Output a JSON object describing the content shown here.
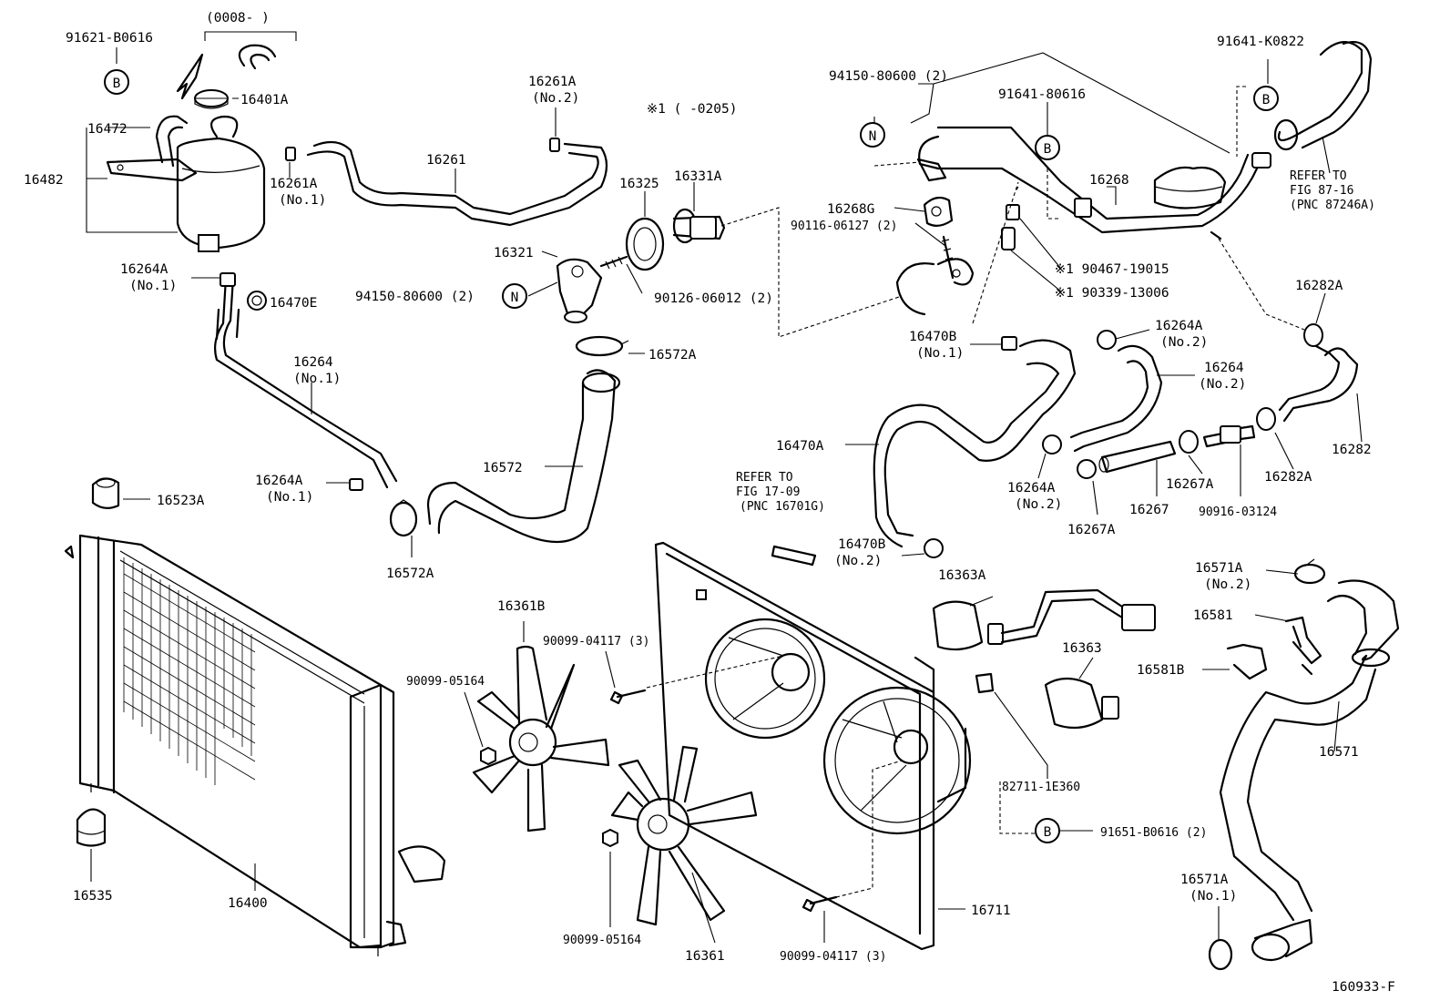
{
  "diagram_id": "160933-F",
  "notes": {
    "year_range": "(0008-        )",
    "footnote": "※1 (      -0205)",
    "refer_fig_87": [
      "REFER TO",
      "FIG 87-16",
      "(PNC 87246A)"
    ],
    "refer_fig_17": [
      "REFER TO",
      "FIG 17-09",
      "(PNC 16701G)"
    ]
  },
  "callout_symbols": {
    "b": "B",
    "n": "N"
  },
  "labels": {
    "p91621_b0616": "91621-B0616",
    "p16401a": "16401A",
    "p16472": "16472",
    "p16482": "16482",
    "p16261a_no2": "16261A",
    "no2_a": "(No.2)",
    "p16261": "16261",
    "p16261a_no1": "16261A",
    "no1_a": "(No.1)",
    "p16325": "16325",
    "p16331a": "16331A",
    "p16321": "16321",
    "p94150_80600_left": "94150-80600 (2)",
    "p90126_06012": "90126-06012 (2)",
    "p16264a_no1_top": "16264A",
    "no1_b": "(No.1)",
    "p16470e": "16470E",
    "p16572a_top": "16572A",
    "p16264_no1": "16264",
    "no1_c": "(No.1)",
    "p16572": "16572",
    "p16264a_no1_bot": "16264A",
    "no1_d": "(No.1)",
    "p16572a_bot": "16572A",
    "p16523a": "16523A",
    "p94150_80600_right": "94150-80600 (2)",
    "p91641_80616": "91641-80616",
    "p91641_k0822": "91641-K0822",
    "p16268": "16268",
    "p16268g": "16268G",
    "p90116_06127": "90116-06127 (2)",
    "p90467_19015": "※1 90467-19015",
    "p90339_13006": "※1 90339-13006",
    "p16282a_top": "16282A",
    "p16470b_no1": "16470B",
    "no1_e": "(No.1)",
    "p16264a_no2_top": "16264A",
    "no2_b": "(No.2)",
    "p16264_no2": "16264",
    "no2_c": "(No.2)",
    "p16282": "16282",
    "p16470a": "16470A",
    "p16264a_no2_bot": "16264A",
    "no2_d": "(No.2)",
    "p16267a_right": "16267A",
    "p16282a_bot": "16282A",
    "p16267": "16267",
    "p90916_03124": "90916-03124",
    "p16267a_bot": "16267A",
    "p16470b_no2": "16470B",
    "no2_e": "(No.2)",
    "p16363a": "16363A",
    "p16571a_no2": "16571A",
    "no2_f": "(No.2)",
    "p16581": "16581",
    "p16581b": "16581B",
    "p16361b": "16361B",
    "p90099_04117_top": "90099-04117 (3)",
    "p90099_05164_left": "90099-05164",
    "p16363": "16363",
    "p16571": "16571",
    "p82711_1e360": "82711-1E360",
    "p91651_b0616": "91651-B0616 (2)",
    "p16535": "16535",
    "p16400": "16400",
    "p90099_05164_bot": "90099-05164",
    "p16361": "16361",
    "p90099_04117_bot": "90099-04117 (3)",
    "p16711": "16711",
    "p16571a_no1": "16571A",
    "no1_f": "(No.1)"
  }
}
